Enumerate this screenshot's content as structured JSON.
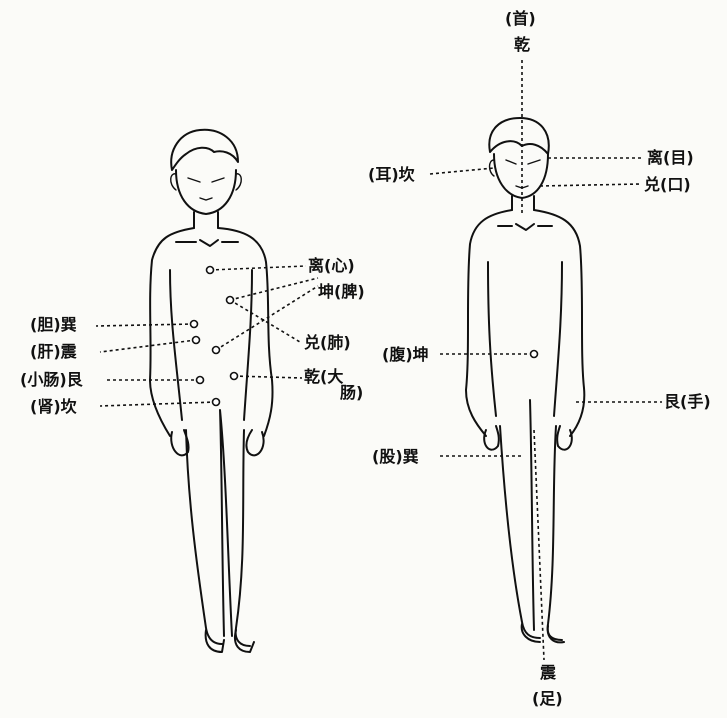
{
  "front_figure": {
    "labels": [
      {
        "id": "li-heart",
        "text": "离(心)"
      },
      {
        "id": "kun-spleen",
        "text": "坤(脾)"
      },
      {
        "id": "xun-gall",
        "text": "(胆)巽"
      },
      {
        "id": "zhen-liver",
        "text": "(肝)震"
      },
      {
        "id": "gen-small-int",
        "text": "(小肠)艮"
      },
      {
        "id": "kan-kidney",
        "text": "(肾)坎"
      },
      {
        "id": "dui-lung",
        "text": "兑(肺)"
      },
      {
        "id": "qian-large-int-a",
        "text": "乾(大"
      },
      {
        "id": "qian-large-int-b",
        "text": "肠)"
      }
    ]
  },
  "back_figure": {
    "labels": [
      {
        "id": "head-paren",
        "text": "(首)"
      },
      {
        "id": "head-trigram",
        "text": "乾"
      },
      {
        "id": "li-eye",
        "text": "离(目)"
      },
      {
        "id": "kan-ear",
        "text": "(耳)坎"
      },
      {
        "id": "dui-mouth",
        "text": "兑(口)"
      },
      {
        "id": "kun-abdomen",
        "text": "(腹)坤"
      },
      {
        "id": "gen-hand",
        "text": "艮(手)"
      },
      {
        "id": "xun-thigh",
        "text": "(股)巽"
      },
      {
        "id": "foot-trigram",
        "text": "震"
      },
      {
        "id": "foot-paren",
        "text": "(足)"
      }
    ]
  },
  "colors": {
    "ink": "#111111",
    "paper": "#fbfbf8"
  }
}
